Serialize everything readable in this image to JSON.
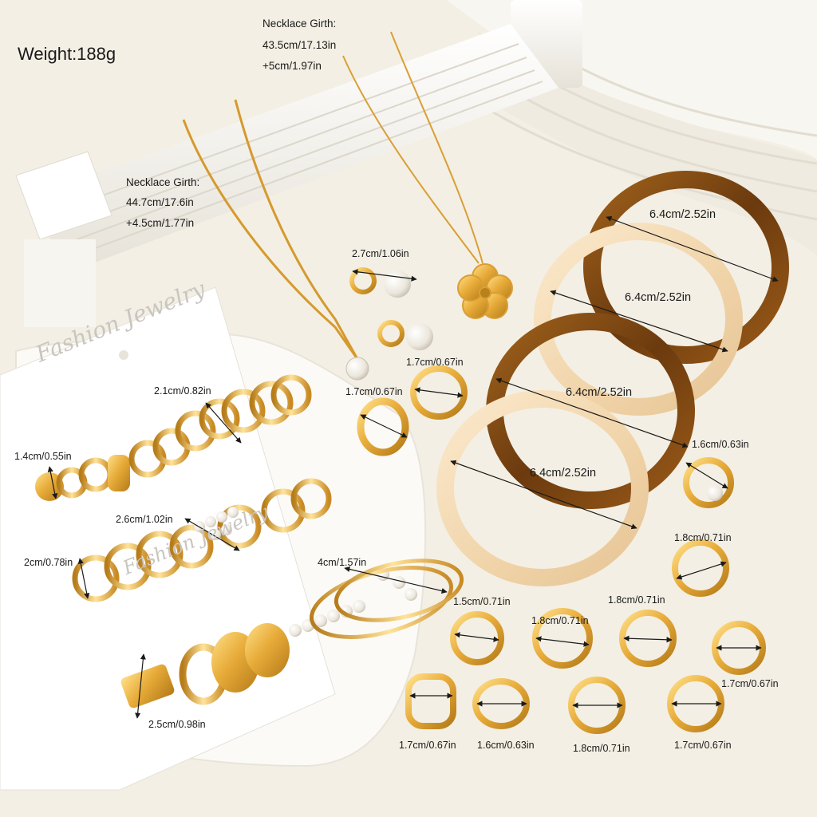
{
  "product": {
    "weight": "Weight:188g",
    "necklace_long": {
      "title": "Necklace Girth:",
      "length": "44.7cm/17.6in",
      "extension": "+4.5cm/1.77in"
    },
    "necklace_short": {
      "title": "Necklace Girth:",
      "length": "43.5cm/17.13in",
      "extension": "+5cm/1.97in"
    },
    "card_brand": "Fashion Jewelry"
  },
  "dimensions": {
    "pearl_earring": "2.7cm/1.06in",
    "ring_top_small": "1.7cm/0.67in",
    "ring_top_left": "1.7cm/0.67in",
    "hoop_thin": "2.1cm/0.82in",
    "hoop_small": "1.4cm/0.55in",
    "hoop_pearl": "2.6cm/1.02in",
    "hoop_mid": "2cm/0.78in",
    "hoop_chunky": "2.5cm/0.98in",
    "bracelet_twist": "4cm/1.57in",
    "bangle_1": "6.4cm/2.52in",
    "bangle_2": "6.4cm/2.52in",
    "bangle_3": "6.4cm/2.52in",
    "bangle_4": "6.4cm/2.52in",
    "ring_pearl": "1.6cm/0.63in",
    "ring_open": "1.8cm/0.71in",
    "ring_chain": "1.5cm/0.71in",
    "ring_cross": "1.8cm/0.71in",
    "ring_wave": "1.8cm/0.71in",
    "ring_dome": "1.7cm/0.67in",
    "ring_square": "1.7cm/0.67in",
    "ring_flat": "1.6cm/0.63in",
    "ring_cuff": "1.8cm/0.71in",
    "ring_layered": "1.7cm/0.67in"
  },
  "colors": {
    "background": "#f3efe4",
    "gold": "#e8b040",
    "gold_dark": "#b9801c",
    "tortoise": "#7a4512",
    "cream": "#f3dcbb",
    "pearl": "#f7f4ee"
  }
}
